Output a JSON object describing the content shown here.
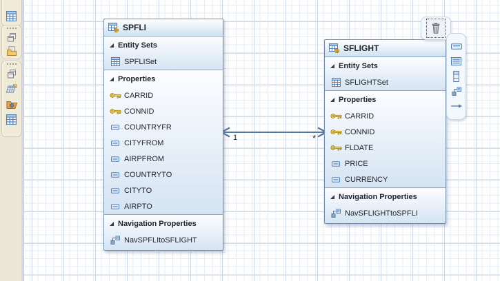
{
  "labels": {
    "entity_sets": "Entity Sets",
    "properties": "Properties",
    "navigation_properties": "Navigation Properties"
  },
  "entities": [
    {
      "name": "SPFLI",
      "entity_sets": [
        "SPFLISet"
      ],
      "properties": [
        {
          "name": "CARRID",
          "key": true
        },
        {
          "name": "CONNID",
          "key": true
        },
        {
          "name": "COUNTRYFR",
          "key": false
        },
        {
          "name": "CITYFROM",
          "key": false
        },
        {
          "name": "AIRPFROM",
          "key": false
        },
        {
          "name": "COUNTRYTO",
          "key": false
        },
        {
          "name": "CITYTO",
          "key": false
        },
        {
          "name": "AIRPTO",
          "key": false
        }
      ],
      "navigation_properties": [
        "NavSPFLItoSFLIGHT"
      ]
    },
    {
      "name": "SFLIGHT",
      "entity_sets": [
        "SFLIGHTSet"
      ],
      "properties": [
        {
          "name": "CARRID",
          "key": true
        },
        {
          "name": "CONNID",
          "key": true
        },
        {
          "name": "FLDATE",
          "key": true
        },
        {
          "name": "PRICE",
          "key": false
        },
        {
          "name": "CURRENCY",
          "key": false
        }
      ],
      "navigation_properties": [
        "NavSFLIGHTtoSPFLI"
      ]
    }
  ],
  "association": {
    "source_cardinality": "1",
    "target_cardinality": "*"
  },
  "palette": {
    "groups": [
      {
        "icons": [
          "table-icon"
        ]
      },
      {
        "icons": [
          "copy-windows-icon",
          "folder-document-icon"
        ]
      },
      {
        "icons": [
          "copy-windows-icon",
          "table-3d-icon",
          "folder-gear-icon",
          "table-icon"
        ]
      }
    ]
  },
  "context_pad": {
    "delete_icon": "trash-icon",
    "tool_icons": [
      "property-icon",
      "entity-set-list-icon",
      "vertical-table-icon",
      "navigation-property-icon",
      "arrow-right-icon"
    ]
  },
  "colors": {
    "entity_border": "#7190b0",
    "entity_header_bg": "#cfe1f1",
    "section_bg": "#d5e4f3",
    "grid_minor": "#e6edf6",
    "grid_major": "#c9d9ea",
    "palette_bg": "#ece6d6",
    "association_line": "#54779e",
    "key_gold": "#f5d76e",
    "icon_blue": "#4f81bd"
  }
}
